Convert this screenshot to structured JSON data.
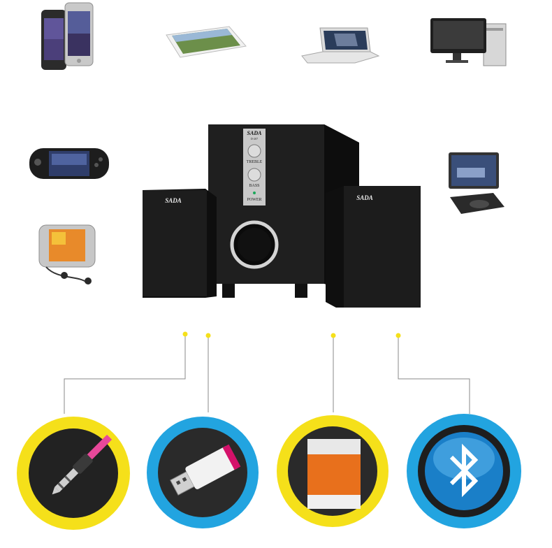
{
  "brand": "SADA",
  "model": "D-207",
  "knob_labels": {
    "treble": "TREBLE",
    "bass": "BASS",
    "power": "POWER"
  },
  "devices": [
    {
      "name": "smartphone",
      "icon": "smartphone-icon"
    },
    {
      "name": "tablet",
      "icon": "tablet-icon"
    },
    {
      "name": "laptop",
      "icon": "laptop-icon"
    },
    {
      "name": "desktop computer",
      "icon": "desktop-computer-icon"
    },
    {
      "name": "handheld game console",
      "icon": "game-console-icon"
    },
    {
      "name": "portable dvd player",
      "icon": "portable-dvd-icon"
    },
    {
      "name": "mp4 player with earphones",
      "icon": "mp4-player-icon"
    }
  ],
  "inputs": [
    {
      "name": "3.5mm audio jack",
      "icon": "audio-jack-icon",
      "ring_color": "#f5e01a"
    },
    {
      "name": "usb flash drive",
      "icon": "usb-drive-icon",
      "ring_color": "#22a4e0"
    },
    {
      "name": "tf memory card",
      "icon": "memory-card-icon",
      "ring_color": "#f5e01a"
    },
    {
      "name": "bluetooth",
      "icon": "bluetooth-icon",
      "ring_color": "#22a4e0"
    }
  ],
  "colors": {
    "yellow": "#f5e01a",
    "blue": "#22a4e0",
    "line": "#8a8a8a",
    "speaker": "#1c1c1c"
  }
}
